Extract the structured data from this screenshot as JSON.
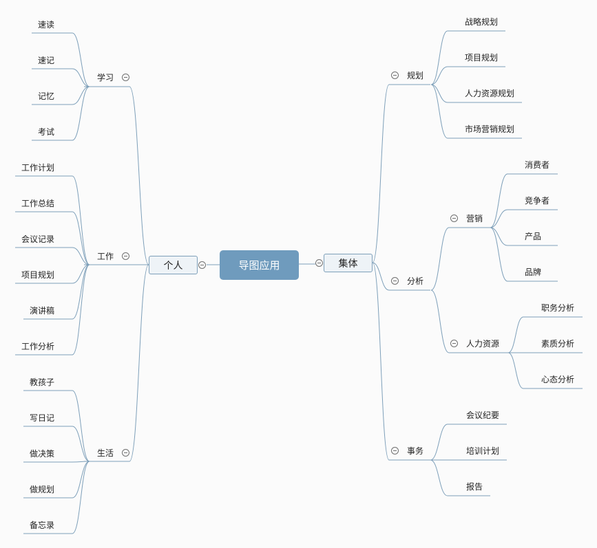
{
  "root": "导图应用",
  "left": {
    "label": "个人",
    "groups": [
      {
        "label": "学习",
        "items": [
          "速读",
          "速记",
          "记忆",
          "考试"
        ]
      },
      {
        "label": "工作",
        "items": [
          "工作计划",
          "工作总结",
          "会议记录",
          "项目规划",
          "演讲稿",
          "工作分析"
        ]
      },
      {
        "label": "生活",
        "items": [
          "教孩子",
          "写日记",
          "做决策",
          "做规划",
          "备忘录"
        ]
      }
    ]
  },
  "right": {
    "label": "集体",
    "groups": [
      {
        "label": "规划",
        "items": [
          "战略规划",
          "项目规划",
          "人力资源规划",
          "市场营销规划"
        ]
      },
      {
        "label": "分析",
        "subgroups": [
          {
            "label": "营销",
            "items": [
              "消费者",
              "竞争者",
              "产品",
              "品牌"
            ]
          },
          {
            "label": "人力资源",
            "items": [
              "职务分析",
              "素质分析",
              "心态分析"
            ]
          }
        ]
      },
      {
        "label": "事务",
        "items": [
          "会议纪要",
          "培训计划",
          "报告"
        ]
      }
    ]
  },
  "colors": {
    "line": "#7d9fb9",
    "root_fill": "#6f9bbd",
    "node_fill": "#eef3f7"
  }
}
